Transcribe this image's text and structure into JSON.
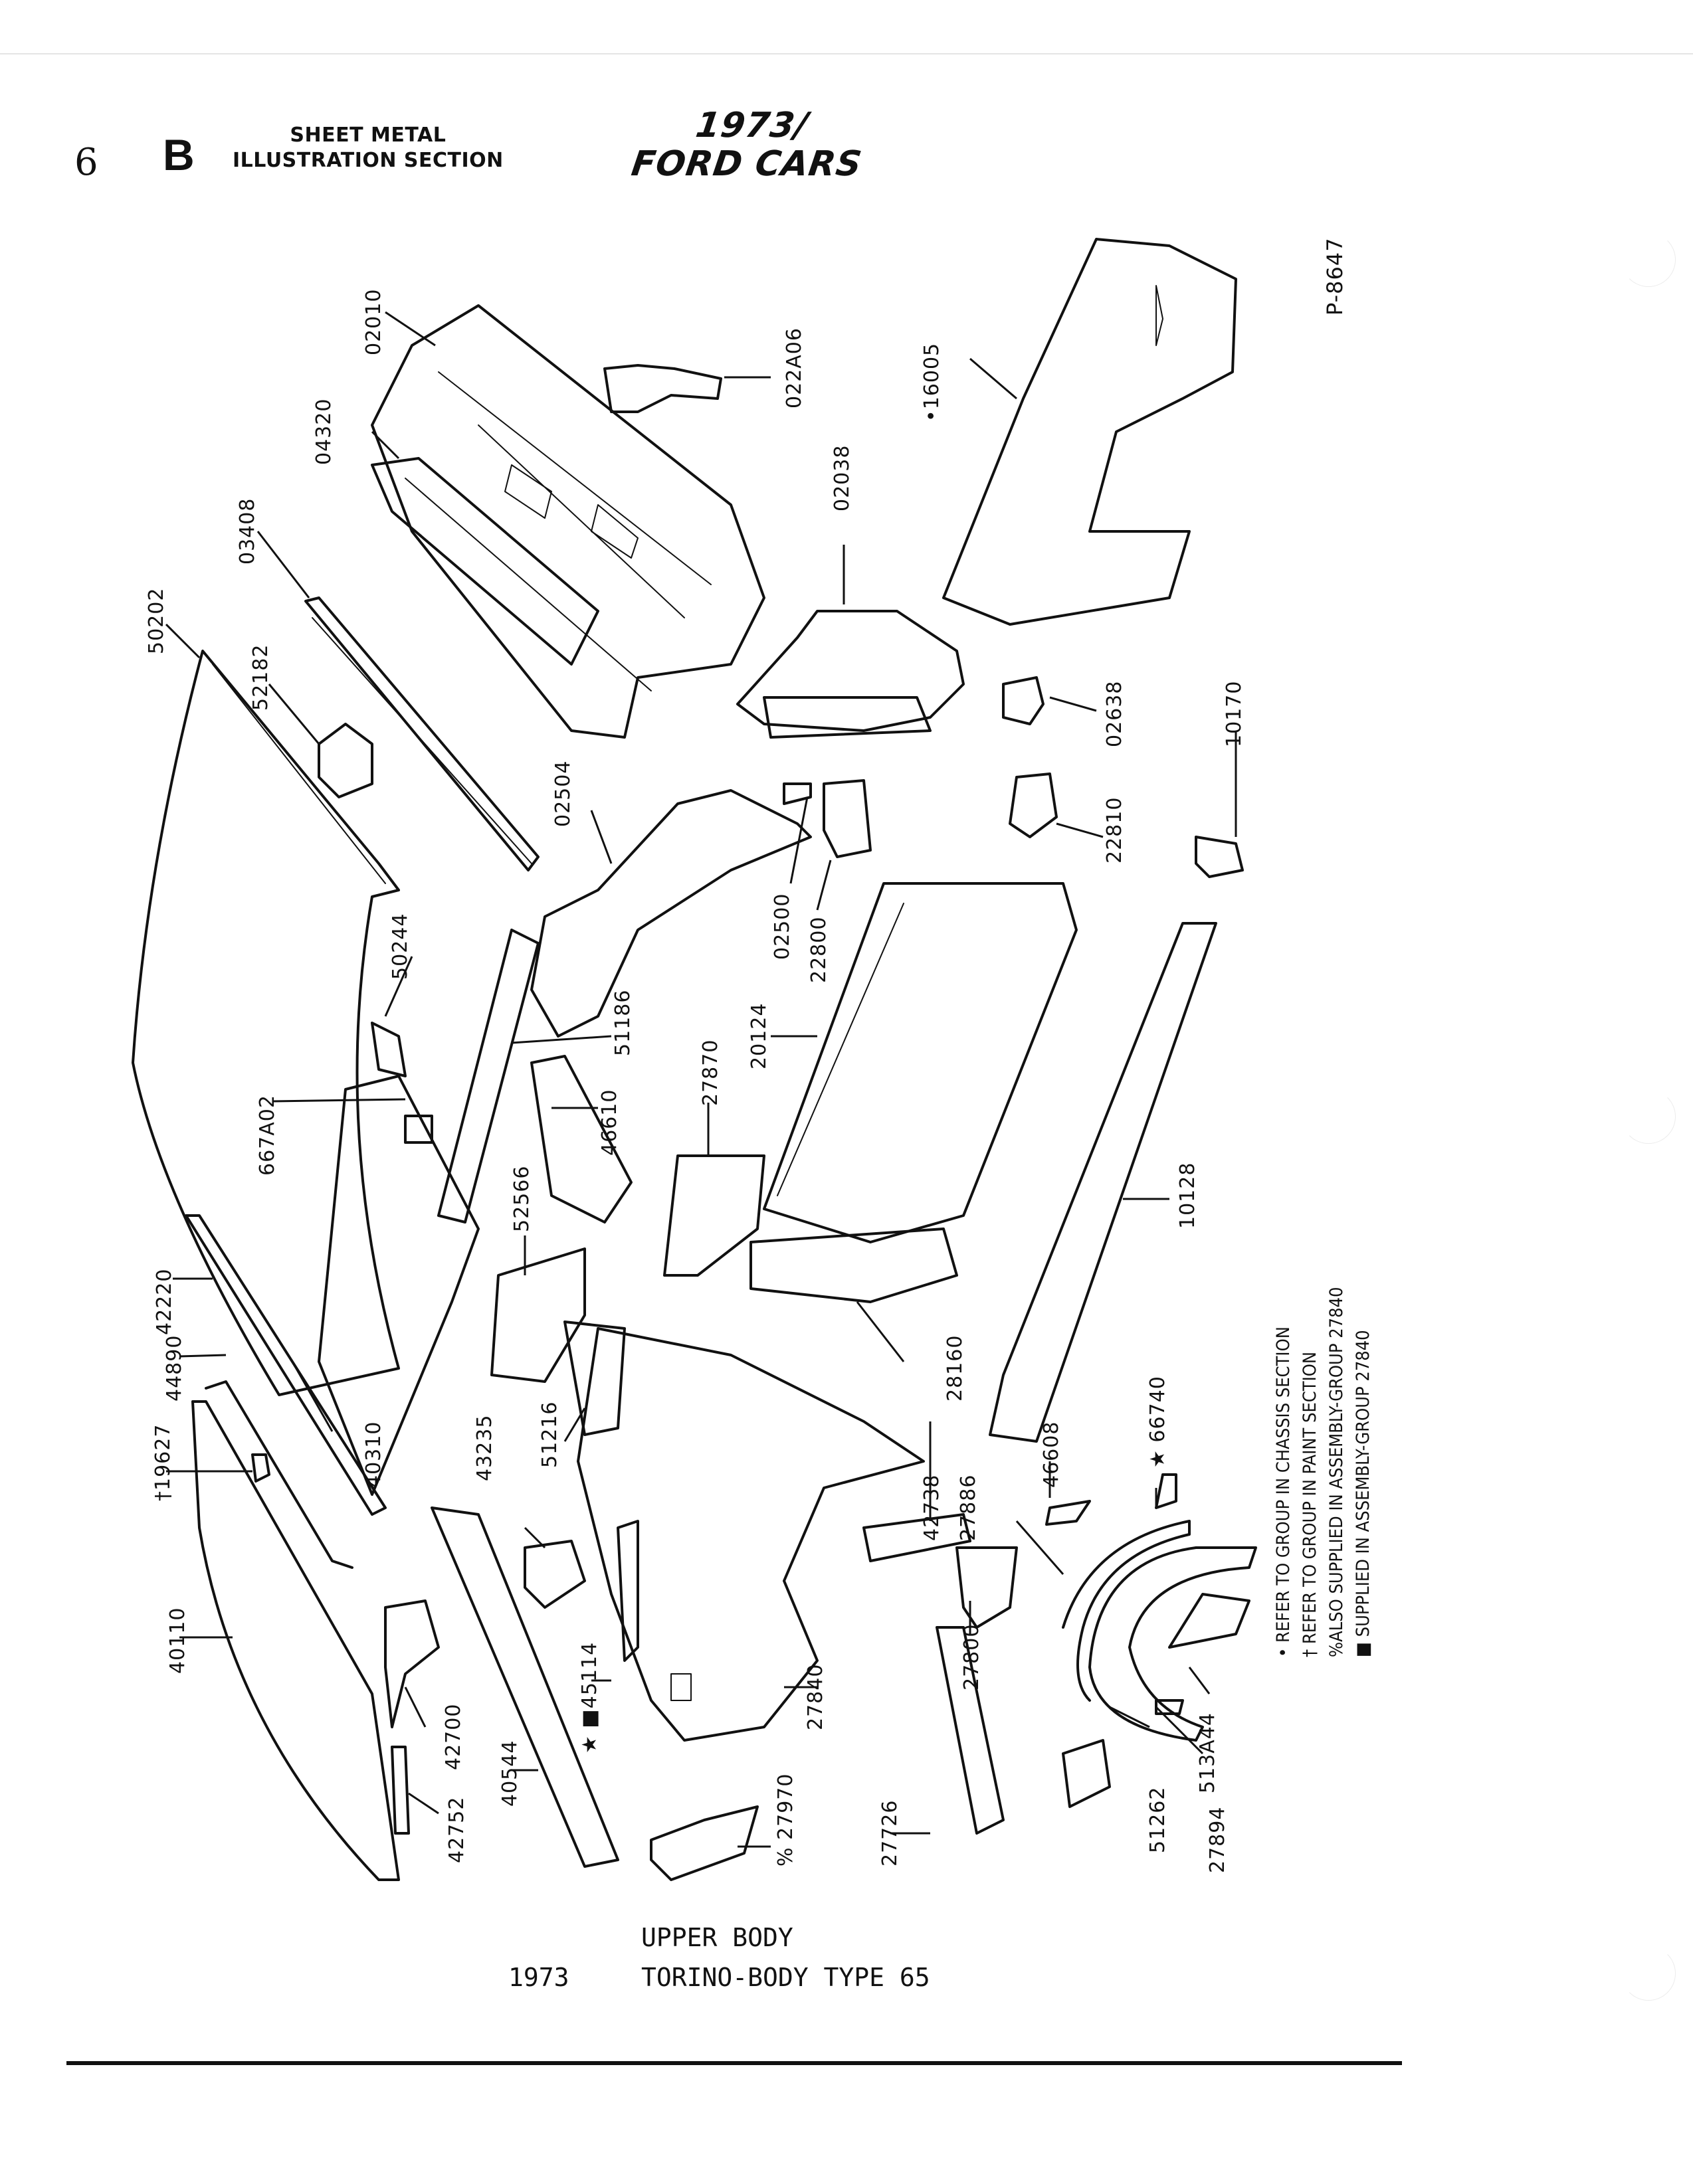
{
  "header": {
    "page_number": "6",
    "section_letter": "B",
    "section_title_line1": "SHEET METAL",
    "section_title_line2": "ILLUSTRATION SECTION",
    "brand_line1": "1973/",
    "brand_line2": "FORD CARS"
  },
  "plate_id": "P-8647",
  "parts": [
    {
      "id": "02010",
      "prefix": ""
    },
    {
      "id": "04320",
      "prefix": ""
    },
    {
      "id": "022A06",
      "prefix": ""
    },
    {
      "id": "16005",
      "prefix": "•"
    },
    {
      "id": "03408",
      "prefix": ""
    },
    {
      "id": "50202",
      "prefix": ""
    },
    {
      "id": "52182",
      "prefix": ""
    },
    {
      "id": "02038",
      "prefix": ""
    },
    {
      "id": "02638",
      "prefix": ""
    },
    {
      "id": "10170",
      "prefix": ""
    },
    {
      "id": "02504",
      "prefix": ""
    },
    {
      "id": "22810",
      "prefix": ""
    },
    {
      "id": "02500",
      "prefix": ""
    },
    {
      "id": "22800",
      "prefix": ""
    },
    {
      "id": "50244",
      "prefix": ""
    },
    {
      "id": "51186",
      "prefix": ""
    },
    {
      "id": "20124",
      "prefix": ""
    },
    {
      "id": "27870",
      "prefix": ""
    },
    {
      "id": "667A02",
      "prefix": ""
    },
    {
      "id": "46610",
      "prefix": ""
    },
    {
      "id": "10128",
      "prefix": ""
    },
    {
      "id": "52566",
      "prefix": ""
    },
    {
      "id": "42220",
      "prefix": ""
    },
    {
      "id": "28160",
      "prefix": ""
    },
    {
      "id": "44890",
      "prefix": ""
    },
    {
      "id": "66740",
      "prefix": "★ "
    },
    {
      "id": "40310",
      "prefix": ""
    },
    {
      "id": "51216",
      "prefix": ""
    },
    {
      "id": "43235",
      "prefix": ""
    },
    {
      "id": "42738",
      "prefix": ""
    },
    {
      "id": "46608",
      "prefix": ""
    },
    {
      "id": "19627",
      "prefix": "†"
    },
    {
      "id": "27886",
      "prefix": ""
    },
    {
      "id": "40110",
      "prefix": ""
    },
    {
      "id": "45114",
      "prefix": "★ ■"
    },
    {
      "id": "42700",
      "prefix": ""
    },
    {
      "id": "27840",
      "prefix": ""
    },
    {
      "id": "27800",
      "prefix": ""
    },
    {
      "id": "40544",
      "prefix": ""
    },
    {
      "id": "513A44",
      "prefix": ""
    },
    {
      "id": "42752",
      "prefix": ""
    },
    {
      "id": "27970",
      "prefix": "% "
    },
    {
      "id": "27726",
      "prefix": ""
    },
    {
      "id": "51262",
      "prefix": ""
    },
    {
      "id": "27894",
      "prefix": ""
    }
  ],
  "legend": [
    {
      "symbol": "•",
      "text": "REFER TO GROUP IN CHASSIS SECTION"
    },
    {
      "symbol": "†",
      "text": "REFER TO GROUP IN PAINT SECTION"
    },
    {
      "symbol": "%",
      "text": "ALSO SUPPLIED IN ASSEMBLY-GROUP 27840"
    },
    {
      "symbol": "■",
      "text": "SUPPLIED IN ASSEMBLY-GROUP 27840"
    }
  ],
  "caption": {
    "line1": "UPPER BODY",
    "year": "1973",
    "model": "TORINO-BODY TYPE 65"
  }
}
